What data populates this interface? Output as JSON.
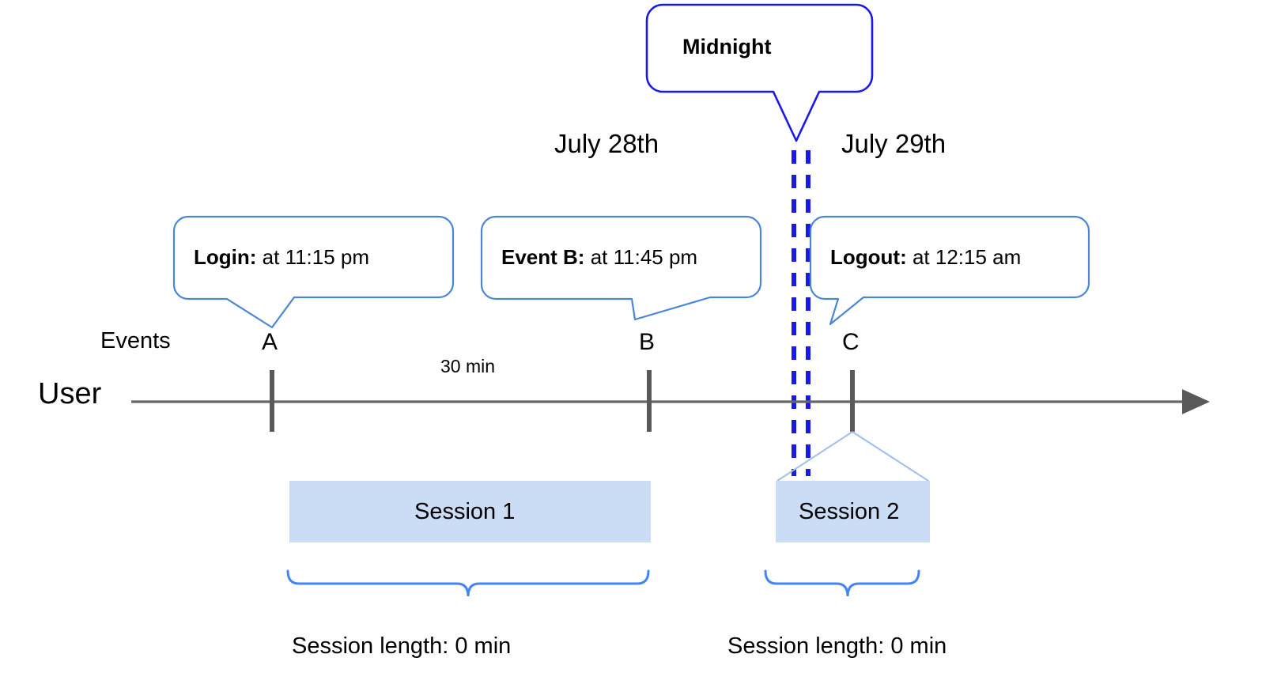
{
  "diagram": {
    "title_callout": {
      "label": "Midnight"
    },
    "axis": {
      "row_label": "User",
      "events_label": "Events",
      "duration_label": "30 min"
    },
    "dates": [
      {
        "label": "July 28th"
      },
      {
        "label": "July 29th"
      }
    ],
    "ticks": [
      {
        "id": "A",
        "label": "A"
      },
      {
        "id": "B",
        "label": "B"
      },
      {
        "id": "C",
        "label": "C"
      }
    ],
    "events": [
      {
        "name": "Login",
        "bold": "Login:",
        "detail": "at 11:15 pm"
      },
      {
        "name": "Event B",
        "bold": "Event B:",
        "detail": "at 11:45 pm"
      },
      {
        "name": "Logout",
        "bold": "Logout:",
        "detail": "at 12:15 am"
      }
    ],
    "sessions": [
      {
        "label": "Session 1",
        "length_label": "Session length: 0 min"
      },
      {
        "label": "Session 2",
        "length_label": "Session length: 0 min"
      }
    ],
    "colors": {
      "midnight_blue": "#1A1AE6",
      "callout_blue": "#4A86D8",
      "brace_blue": "#4285F4",
      "session_fill": "#CBDCF5",
      "axis_gray": "#666666",
      "tick_gray": "#595959",
      "text_black": "#000000"
    }
  }
}
